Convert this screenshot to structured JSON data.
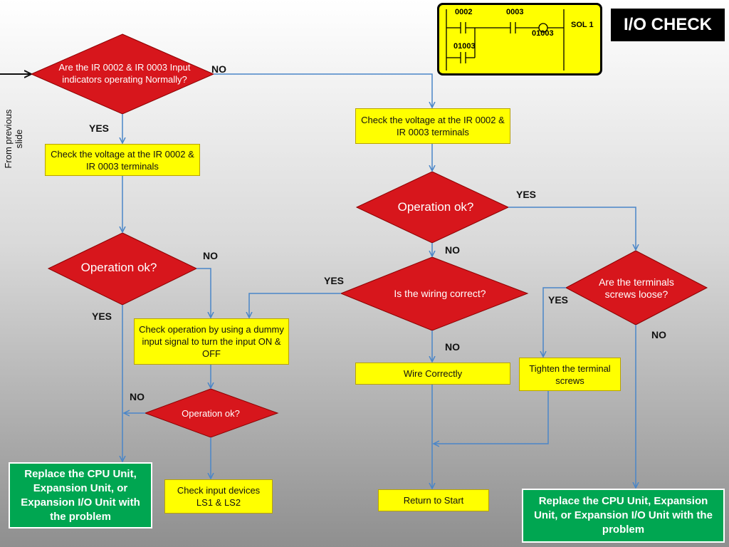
{
  "header": {
    "title": "I/O CHECK"
  },
  "side_label": "From previous slide",
  "ladder": {
    "contact1": "0002",
    "contact2": "0003",
    "coil": "01003",
    "output": "SOL 1",
    "holding_contact": "01003"
  },
  "nodes": {
    "d_indicators": "Are the IR 0002 & IR 0003 Input indicators operating Normally?",
    "b_check_voltage_left": "Check the voltage at the IR 0002 & IR 0003 terminals",
    "d_op_left": "Operation ok?",
    "b_dummy_input": "Check operation by using a dummy input signal to turn the input ON & OFF",
    "d_op_small": "Operation ok?",
    "g_replace_left": "Replace the CPU Unit, Expansion Unit, or Expansion I/O Unit with the problem",
    "b_check_devices": "Check input devices LS1 & LS2",
    "b_check_voltage_right": "Check the voltage at the IR 0002 & IR 0003 terminals",
    "d_op_right": "Operation ok?",
    "d_wiring": "Is the wiring correct?",
    "b_wire_correctly": "Wire Correctly",
    "b_return": "Return to Start",
    "d_terminals": "Are the terminals screws loose?",
    "b_tighten": "Tighten the terminal screws",
    "g_replace_right": "Replace the CPU Unit, Expansion Unit, or Expansion I/O Unit with the problem"
  },
  "edge_labels": {
    "no_indicators": "NO",
    "yes_indicators": "YES",
    "no_op_left": "NO",
    "yes_op_left": "YES",
    "no_op_small": "NO",
    "yes_op_right": "YES",
    "no_op_right": "NO",
    "yes_wiring": "YES",
    "no_wiring": "NO",
    "yes_terminals": "YES",
    "no_terminals": "NO"
  },
  "colors": {
    "diamond": "#d7161c",
    "process": "#ffff00",
    "terminal": "#00a651",
    "arrow": "#4a86c8"
  }
}
